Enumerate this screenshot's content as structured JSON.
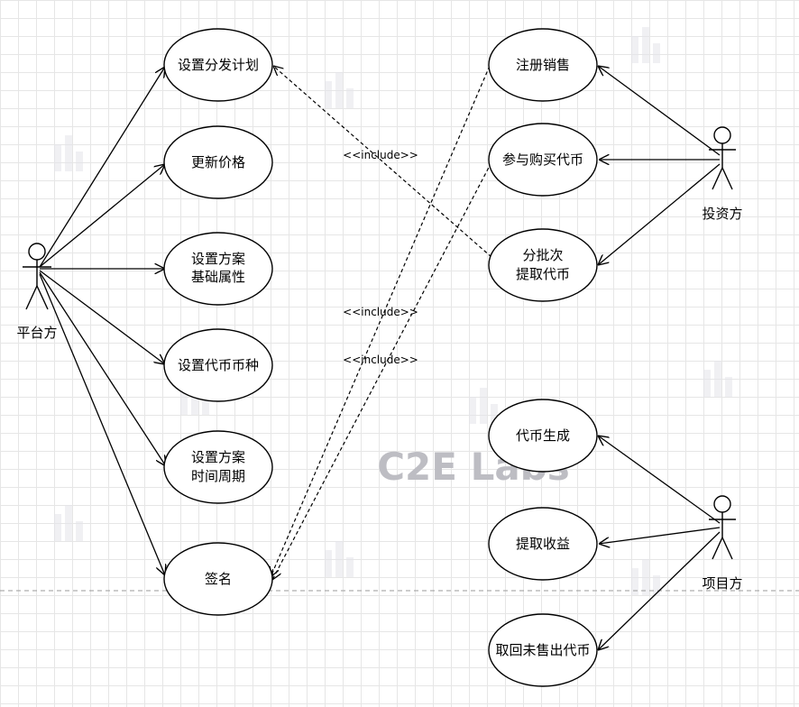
{
  "actors": {
    "platform": "平台方",
    "investor": "投资方",
    "project": "项目方"
  },
  "use_cases": {
    "set_distribution_plan": "设置分发计划",
    "update_price": "更新价格",
    "set_plan_basic_attrs": [
      "设置方案",
      "基础属性"
    ],
    "set_token_type": "设置代币币种",
    "set_plan_period": [
      "设置方案",
      "时间周期"
    ],
    "sign": "签名",
    "register_sale": "注册销售",
    "buy_tokens": "参与购买代币",
    "batch_withdraw": [
      "分批次",
      "提取代币"
    ],
    "token_generation": "代币生成",
    "withdraw_proceeds": "提取收益",
    "reclaim_unsold": "取回未售出代币"
  },
  "relations": {
    "include_label_1": "<<include>>",
    "include_label_2": "<<include>>",
    "include_label_3": "<<include>>"
  },
  "watermark": "C2E Labs",
  "colors": {
    "line": "#000000",
    "grid": "#e6e6e6",
    "watermark": "#c9c9cf"
  }
}
